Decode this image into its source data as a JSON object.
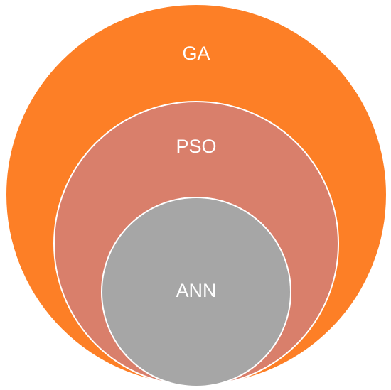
{
  "diagram": {
    "type": "nested-circles",
    "layers": [
      {
        "label": "GA",
        "color": "#FD7F26"
      },
      {
        "label": "PSO",
        "color": "#D97F6B"
      },
      {
        "label": "ANN",
        "color": "#A6A6A6"
      }
    ],
    "outline_color": "#FFFFFF",
    "text_color": "#FFFFFF"
  }
}
